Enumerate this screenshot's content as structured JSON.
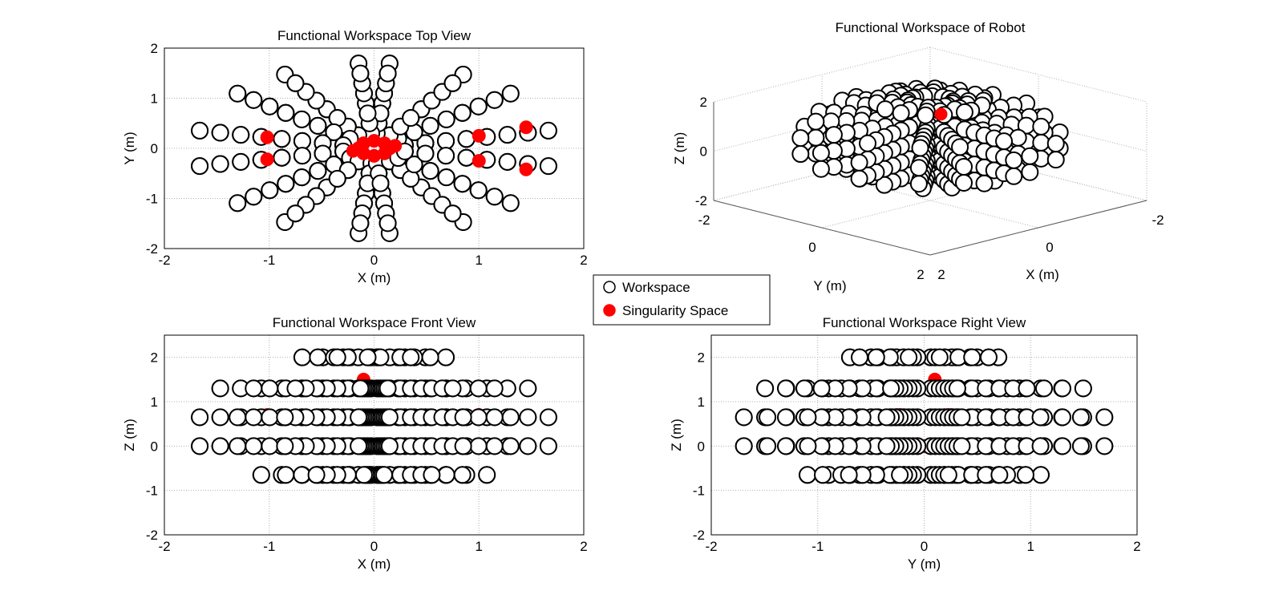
{
  "chart_data": [
    {
      "id": "top",
      "type": "scatter",
      "title": "Functional Workspace Top View",
      "xlabel": "X (m)",
      "ylabel": "Y (m)",
      "xlim": [
        -2,
        2
      ],
      "ylim": [
        -2,
        2
      ],
      "xticks": [
        "-2",
        "-1",
        "0",
        "1",
        "2"
      ],
      "yticks": [
        "-2",
        "-1",
        "0",
        "1",
        "2"
      ],
      "xdim": "x",
      "ydim": "y",
      "grid": true
    },
    {
      "id": "front",
      "type": "scatter",
      "title": "Functional Workspace Front View",
      "xlabel": "X (m)",
      "ylabel": "Z (m)",
      "xlim": [
        -2,
        2
      ],
      "ylim": [
        -2,
        2.5
      ],
      "xticks": [
        "-2",
        "-1",
        "0",
        "1",
        "2"
      ],
      "yticks": [
        "-2",
        "-1",
        "0",
        "1",
        "2"
      ],
      "xdim": "x",
      "ydim": "z",
      "grid": true
    },
    {
      "id": "right",
      "type": "scatter",
      "title": "Functional Workspace Right View",
      "xlabel": "Y (m)",
      "ylabel": "Z (m)",
      "xlim": [
        -2,
        2
      ],
      "ylim": [
        -2,
        2.5
      ],
      "xticks": [
        "-2",
        "-1",
        "0",
        "1",
        "2"
      ],
      "yticks": [
        "-2",
        "-1",
        "0",
        "1",
        "2"
      ],
      "xdim": "y",
      "ydim": "z",
      "grid": true
    },
    {
      "id": "iso",
      "type": "scatter3d",
      "title": "Functional Workspace of Robot",
      "xlabel": "X (m)",
      "ylabel": "Y (m)",
      "zlabel": "Z (m)",
      "xlim": [
        -2,
        2
      ],
      "ylim": [
        -2,
        2
      ],
      "zlim": [
        -2,
        2
      ],
      "xticks": [
        "2",
        "0",
        "-2"
      ],
      "yticks": [
        "-2",
        "0",
        "2"
      ],
      "zticks": [
        "-2",
        "0",
        "2"
      ],
      "grid": true
    }
  ],
  "workspace": {
    "arm_angles_deg": [
      12,
      40,
      60,
      85,
      95,
      120,
      140,
      168,
      192,
      220,
      240,
      265,
      275,
      300,
      320,
      348
    ],
    "radius_range": [
      0.3,
      1.7
    ],
    "radius_step": 0.2,
    "z_levels": [
      -0.65,
      0,
      0.65,
      1.3,
      2.0
    ],
    "envelope": {
      "z_center": 0.55,
      "z_half": 1.55,
      "r_max": 1.8
    }
  },
  "singularity": [
    [
      0.15,
      0,
      0
    ],
    [
      0.1,
      0.1,
      0
    ],
    [
      0,
      0.15,
      0
    ],
    [
      -0.1,
      0.1,
      0
    ],
    [
      -0.15,
      0,
      0
    ],
    [
      -0.1,
      -0.1,
      0
    ],
    [
      0,
      -0.15,
      0
    ],
    [
      0.1,
      -0.1,
      0
    ],
    [
      0.2,
      0.05,
      0
    ],
    [
      -0.2,
      -0.05,
      0
    ],
    [
      -1.02,
      0.22,
      0.7
    ],
    [
      -1.02,
      -0.22,
      0.7
    ],
    [
      1.0,
      0.25,
      0.7
    ],
    [
      1.0,
      -0.25,
      0.7
    ],
    [
      1.45,
      0.42,
      0
    ],
    [
      1.45,
      -0.42,
      0
    ],
    [
      -0.1,
      0.1,
      1.5
    ]
  ],
  "legend": {
    "position": "center",
    "items": [
      {
        "label": "Workspace",
        "marker": "open-circle",
        "color": "#000000"
      },
      {
        "label": "Singularity Space",
        "marker": "filled-circle",
        "color": "#ff0000"
      }
    ]
  },
  "colors": {
    "workspace_edge": "#000000",
    "workspace_fill": "#ffffff",
    "singularity": "#ff0000",
    "grid": "#b0b0b0"
  }
}
